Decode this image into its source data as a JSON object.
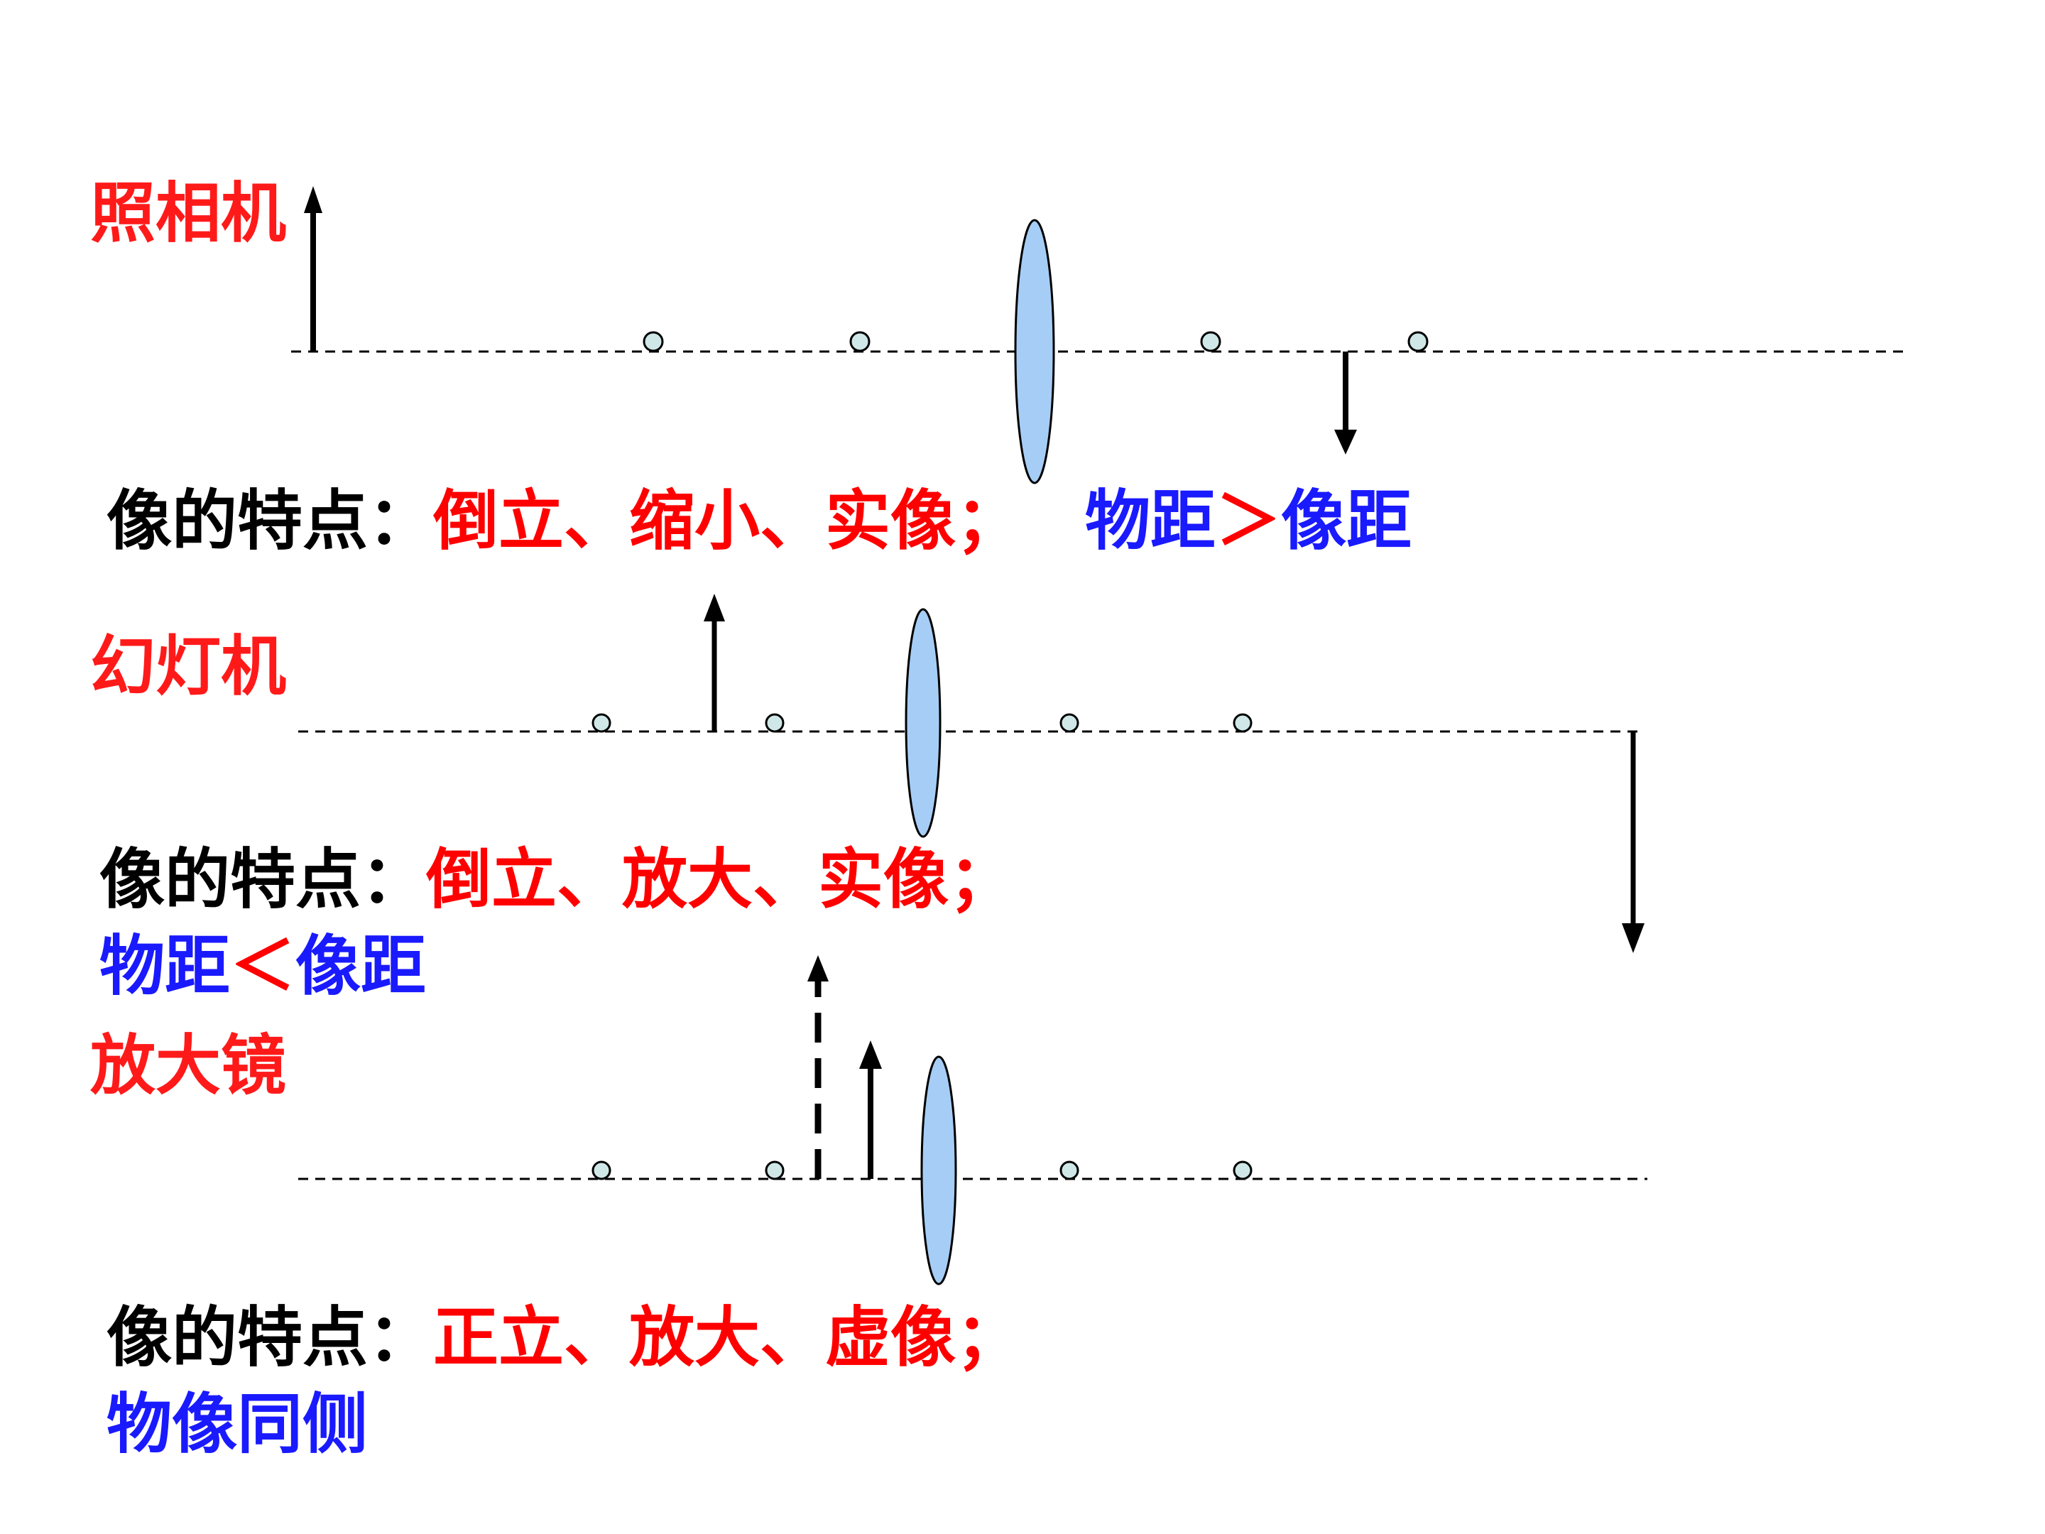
{
  "colors": {
    "label": "#ff1a1a",
    "black": "#000000",
    "red": "#ff0000",
    "blue": "#1a1aff",
    "lens_fill": "#a6cdf5",
    "focal_fill": "#cfe7e7"
  },
  "camera": {
    "label": "照相机",
    "prefix": "像的特点：",
    "features": "倒立、缩小、实像；",
    "relation_left": "物距",
    "relation_symbol": "＞",
    "relation_right": "像距"
  },
  "projector": {
    "label": "幻灯机",
    "prefix": "像的特点：",
    "features": "倒立、放大、实像；",
    "relation_left": "物距",
    "relation_symbol": "＜",
    "relation_right": "像距"
  },
  "magnifier": {
    "label": "放大镜",
    "prefix": "像的特点：",
    "features": "正立、放大、虚像；",
    "relation": "物像同侧"
  }
}
